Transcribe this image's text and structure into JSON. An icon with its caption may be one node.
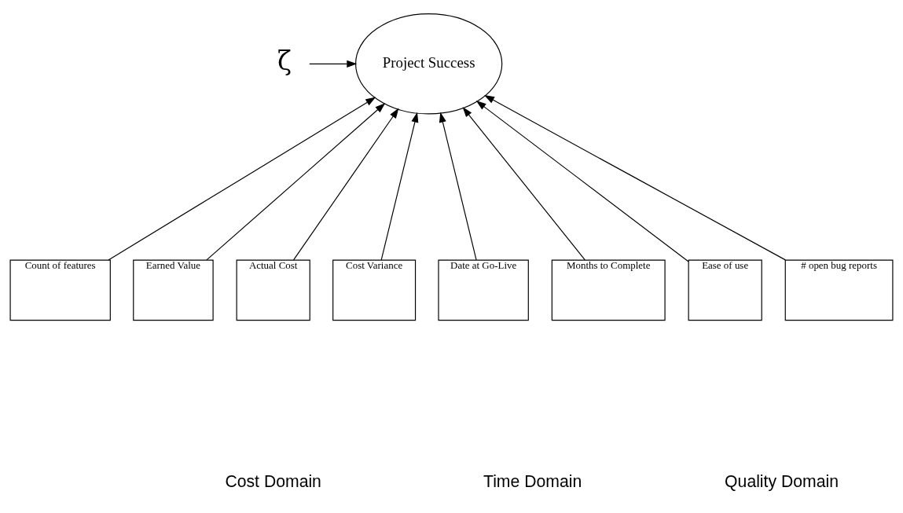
{
  "diagram": {
    "nodes": [
      {
        "text": [
          "Project Success"
        ]
      },
      {
        "text": [
          "ζ"
        ]
      },
      {
        "text": [
          "Count of features"
        ]
      },
      {
        "text": [
          "Earned Value"
        ]
      },
      {
        "text": [
          "Actual Cost"
        ]
      },
      {
        "text": [
          "Cost Variance"
        ]
      },
      {
        "text": [
          "Date at Go-Live"
        ]
      },
      {
        "text": [
          "Months to Complete"
        ]
      },
      {
        "text": [
          "Ease of use"
        ]
      },
      {
        "text": [
          "# open bug reports"
        ]
      }
    ],
    "edges": [
      {
        "from": 1,
        "to": 0,
        "arrow": "to"
      },
      {
        "from": 2,
        "to": 0,
        "arrow": "to"
      },
      {
        "from": 3,
        "to": 0,
        "arrow": "to"
      },
      {
        "from": 4,
        "to": 0,
        "arrow": "to"
      },
      {
        "from": 5,
        "to": 0,
        "arrow": "to"
      },
      {
        "from": 6,
        "to": 0,
        "arrow": "to"
      },
      {
        "from": 7,
        "to": 0,
        "arrow": "to"
      },
      {
        "from": 8,
        "to": 0,
        "arrow": "to"
      },
      {
        "from": 9,
        "to": 0,
        "arrow": "to"
      }
    ],
    "labels": [
      "Cost Domain",
      "Time Domain",
      "Quality Domain"
    ]
  }
}
